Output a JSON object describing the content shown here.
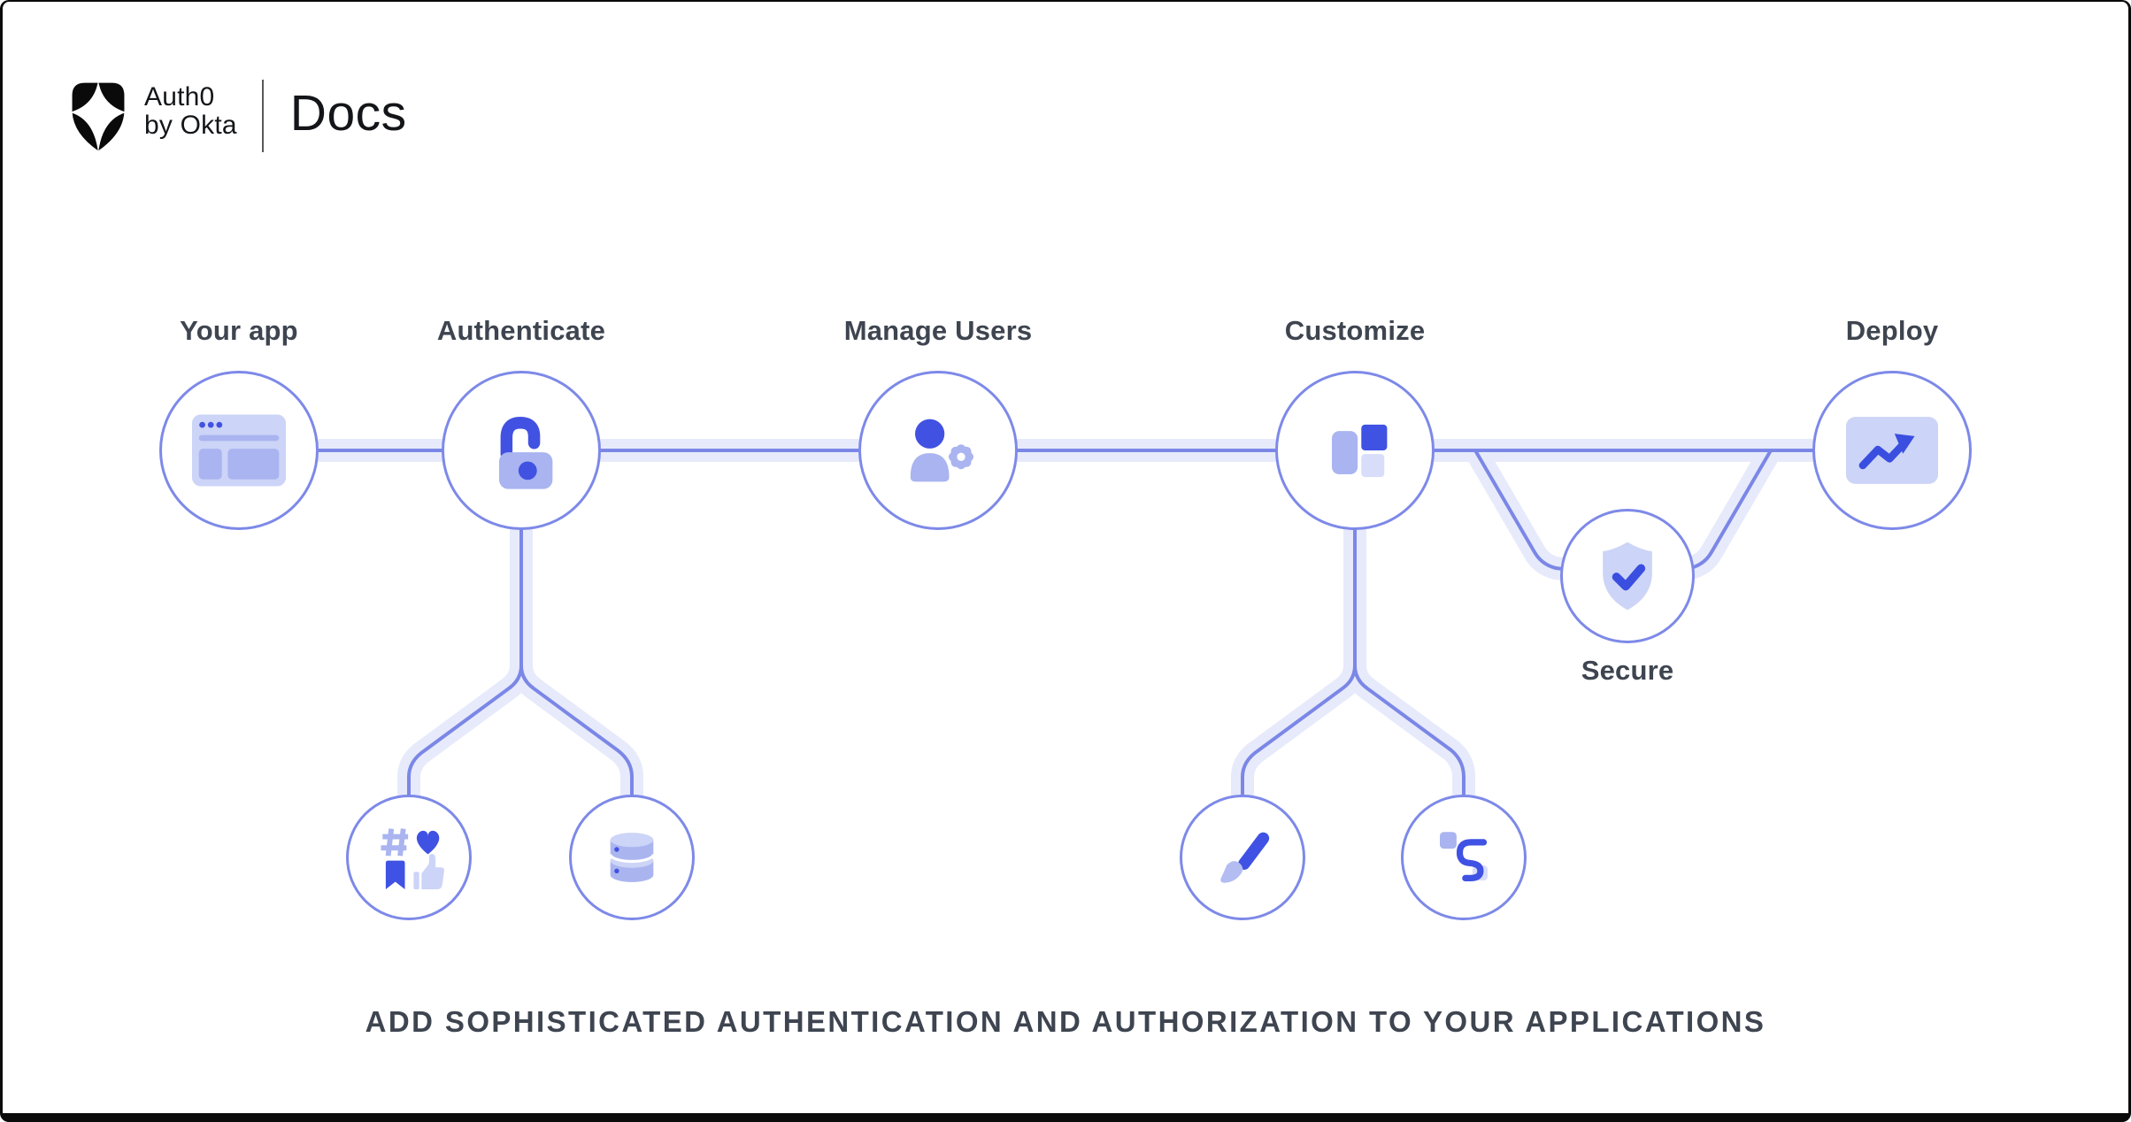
{
  "header": {
    "brand_top": "Auth0",
    "brand_bottom": "by Okta",
    "product": "Docs"
  },
  "flow": {
    "your_app": {
      "label": "Your app",
      "icon": "browser-window-icon"
    },
    "authenticate": {
      "label": "Authenticate",
      "icon": "open-lock-icon"
    },
    "manage_users": {
      "label": "Manage Users",
      "icon": "user-gear-icon"
    },
    "customize": {
      "label": "Customize",
      "icon": "layout-blocks-icon"
    },
    "secure": {
      "label": "Secure",
      "icon": "shield-check-icon"
    },
    "deploy": {
      "label": "Deploy",
      "icon": "trend-up-icon"
    },
    "authenticate_children": [
      {
        "icon": "social-engagement-icon"
      },
      {
        "icon": "database-icon"
      }
    ],
    "customize_children": [
      {
        "icon": "paintbrush-icon"
      },
      {
        "icon": "workflow-icon"
      }
    ]
  },
  "tagline": "ADD SOPHISTICATED AUTHENTICATION AND AUTHORIZATION TO YOUR APPLICATIONS",
  "colors": {
    "accent_dark": "#4152E2",
    "periwinkle": "#A9B4F0",
    "light_periwinkle": "#CCD4F7",
    "lightest_periwinkle": "#D8DDF9",
    "circle_stroke": "#7D89E8",
    "connector_line": "#7B87E6",
    "connector_band": "#E7EAFB",
    "label_text": "#3E4550",
    "brand_black": "#131518"
  }
}
